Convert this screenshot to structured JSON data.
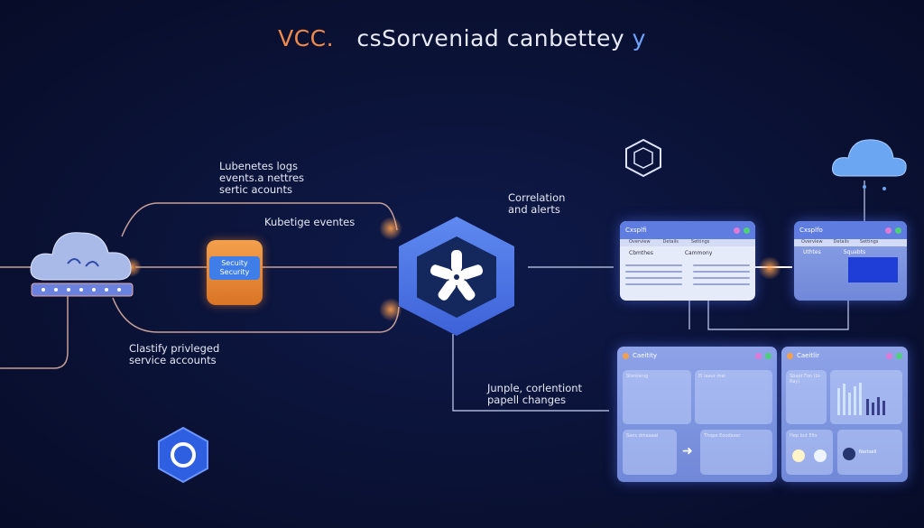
{
  "title": {
    "part1": "VCC.",
    "part2": "csSorveniad canbettey",
    "part3": "y"
  },
  "labels": {
    "kubernetes_logs": [
      "Lubenetes logs",
      "events.a nettres",
      "sertic acounts"
    ],
    "kubernetes_events": "Kubetige eventes",
    "correlation": [
      "Correlation",
      "and alerts"
    ],
    "classify": [
      "Clastify privleged",
      "service accounts"
    ],
    "simple_changes": [
      "Junple, corlentiont",
      "papell changes"
    ],
    "security_badge": [
      "Secuity",
      "Security"
    ]
  },
  "panels": {
    "top_left": {
      "title": "Cxsplfi",
      "tabs": [
        "Overview",
        "Details",
        "Settings"
      ],
      "col1": "Cbmthes",
      "col2": "Cammony"
    },
    "top_right": {
      "title": "Cxsplfo",
      "tabs": [
        "Overview",
        "Details",
        "Settings"
      ],
      "col1": "Uthtes",
      "col2": "Squabts"
    },
    "bottom_left": {
      "title": "Caeitity",
      "card1": "Stentsrug",
      "card2": "El laaur mai",
      "card3": "Sans dmaaaal",
      "card4": "Thope Eoudaser"
    },
    "bottom_right": {
      "title": "Caeitlir",
      "card1": "Sbapt Fon (bi-Ray)",
      "card3": "Hep but Eits",
      "card4": "Nartsell"
    }
  },
  "icons": [
    "cloud-server-icon",
    "security-canister-icon",
    "kubernetes-helm-icon",
    "cube-icon",
    "cloud-icon",
    "shield-icon"
  ],
  "colors": {
    "background": "#0a1236",
    "accent_orange": "#f08a4b",
    "accent_blue": "#4f78e8"
  }
}
